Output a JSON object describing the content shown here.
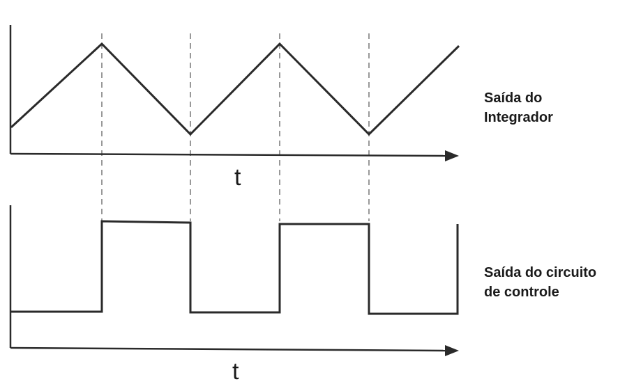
{
  "top_plot": {
    "label_line1": "Saída do",
    "label_line2": "Integrador",
    "axis_label": "t"
  },
  "bottom_plot": {
    "label_line1": "Saída do circuito",
    "label_line2": "de controle",
    "axis_label": "t"
  }
}
